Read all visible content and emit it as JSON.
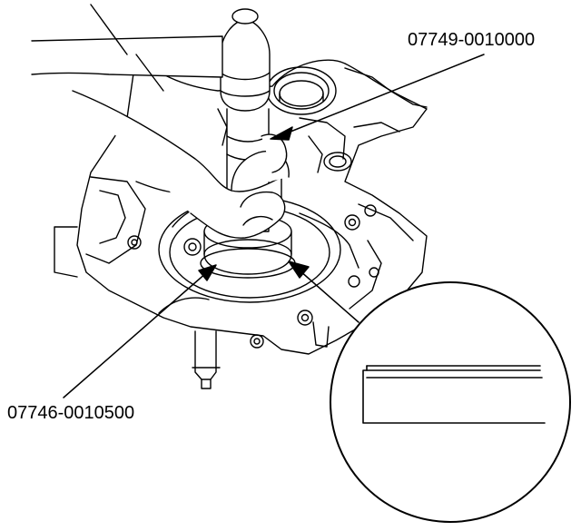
{
  "callouts": {
    "driver_part_number": "07749-0010000",
    "attachment_part_number": "07746-0010500"
  },
  "illustration": {
    "subject": "hand-held driver handle striking seal attachment into transmission housing",
    "detail_view": "magnified cross-section of seal seated flush"
  },
  "colors": {
    "ink": "#000000",
    "paper": "#ffffff"
  }
}
